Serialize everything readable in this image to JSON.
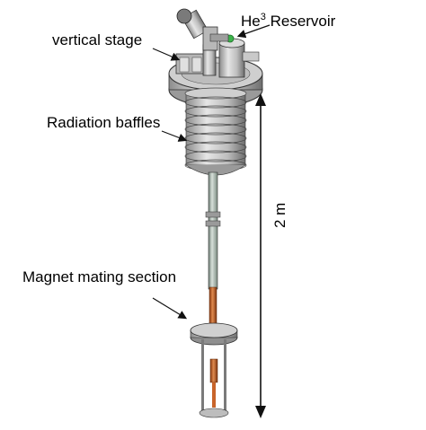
{
  "labels": {
    "vertical_stage": "vertical stage",
    "he3_base": "He",
    "he3_sup": "3",
    "he3_rest": " Reservoir",
    "radiation_baffles": "Radiation baffles",
    "magnet_mating": "Magnet mating section",
    "scale": "2 m"
  },
  "colors": {
    "steel_light": "#d9d9d9",
    "steel_mid": "#a6a6a6",
    "steel_dark": "#5a5a5a",
    "copper": "#c8642a",
    "valve_green": "#3cb44b",
    "arrow": "#111111"
  }
}
